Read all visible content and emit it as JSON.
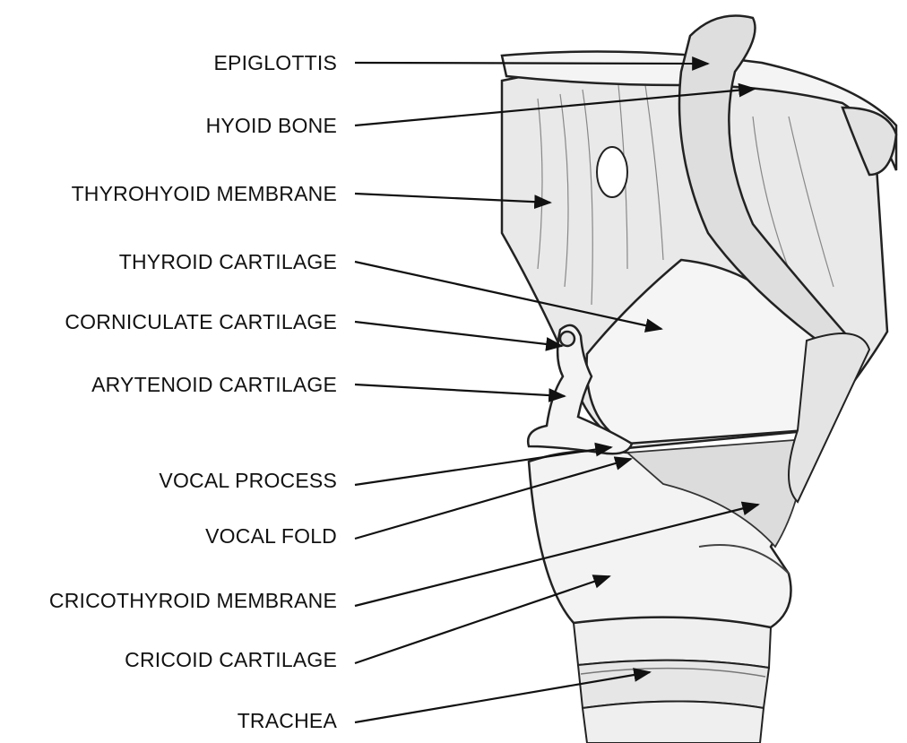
{
  "labels": [
    {
      "key": "epiglottis",
      "text": "EPIGLOTTIS"
    },
    {
      "key": "hyoid-bone",
      "text": "HYOID BONE"
    },
    {
      "key": "thyrohyoid-membrane",
      "text": "THYROHYOID MEMBRANE"
    },
    {
      "key": "thyroid-cartilage",
      "text": "THYROID CARTILAGE"
    },
    {
      "key": "corniculate-cartilage",
      "text": "CORNICULATE CARTILAGE"
    },
    {
      "key": "arytenoid-cartilage",
      "text": "ARYTENOID CARTILAGE"
    },
    {
      "key": "vocal-process",
      "text": "VOCAL PROCESS"
    },
    {
      "key": "vocal-fold",
      "text": "VOCAL FOLD"
    },
    {
      "key": "cricothyroid-membrane",
      "text": "CRICOTHYROID MEMBRANE"
    },
    {
      "key": "cricoid-cartilage",
      "text": "CRICOID CARTILAGE"
    },
    {
      "key": "trachea",
      "text": "TRACHEA"
    }
  ],
  "colors": {
    "ink": "#111111",
    "fill": "#f2f2f2",
    "shade": "#d9d9d9",
    "dark": "#9a9a9a"
  }
}
